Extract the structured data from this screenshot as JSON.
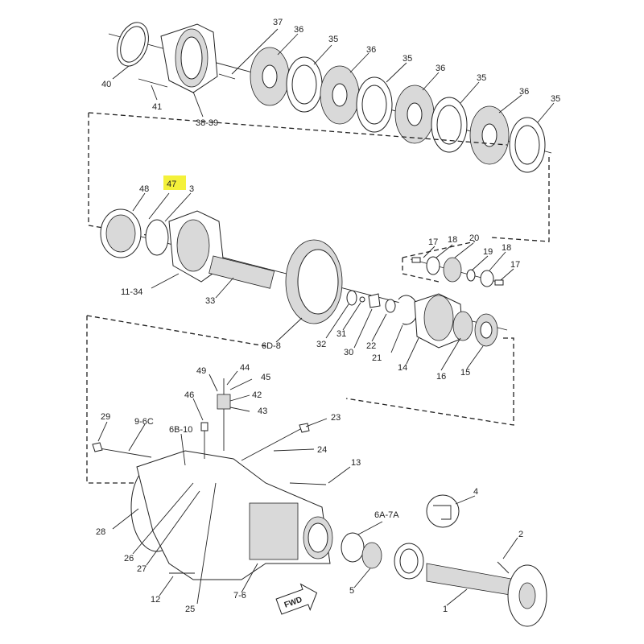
{
  "callouts": {
    "c1": "1",
    "c2": "2",
    "c3": "3",
    "c4": "4",
    "c5": "5",
    "c6a7a": "6A-7A",
    "c6b10": "6B-10",
    "c6d8": "6D-8",
    "c76": "7-6",
    "c96c": "9-6C",
    "c1134": "11-34",
    "c12": "12",
    "c13": "13",
    "c14": "14",
    "c15": "15",
    "c16": "16",
    "c17a": "17",
    "c17b": "17",
    "c18a": "18",
    "c18b": "18",
    "c19": "19",
    "c20": "20",
    "c21": "21",
    "c22": "22",
    "c23": "23",
    "c24": "24",
    "c25": "25",
    "c26": "26",
    "c27": "27",
    "c28": "28",
    "c29": "29",
    "c30": "30",
    "c31": "31",
    "c32": "32",
    "c33": "33",
    "c35a": "35",
    "c35b": "35",
    "c35c": "35",
    "c35d": "35",
    "c36a": "36",
    "c36b": "36",
    "c36c": "36",
    "c36d": "36",
    "c37": "37",
    "c3839": "38-39",
    "c40": "40",
    "c41": "41",
    "c42": "42",
    "c43": "43",
    "c44": "44",
    "c45": "45",
    "c46": "46",
    "c47": "47",
    "c48": "48",
    "c49": "49"
  },
  "fwd_label": "FWD",
  "highlight_color": "#f4f13a",
  "highlighted_callout": "47"
}
